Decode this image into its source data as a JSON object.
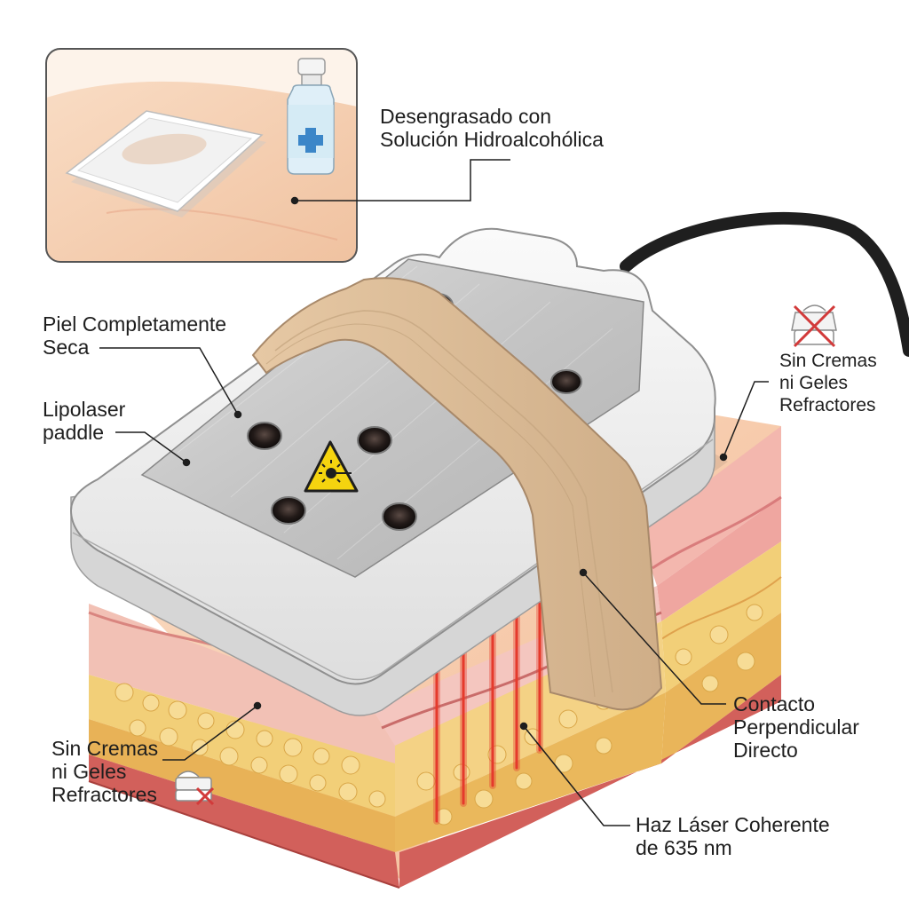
{
  "labels": {
    "degrease": {
      "line1": "Desengrasado con",
      "line2": "Solución Hidroalcohólica"
    },
    "dry_skin": {
      "line1": "Piel Completamente",
      "line2": "Seca"
    },
    "paddle": {
      "line1": "Lipolaser",
      "line2": "paddle"
    },
    "no_creams_right": {
      "line1": "Sin Cremas",
      "line2": "ni Geles",
      "line3": "Refractores"
    },
    "no_creams_left": {
      "line1": "Sin Cremas",
      "line2": "ni Geles",
      "line3": "Refractores"
    },
    "contact": {
      "line1": "Contacto",
      "line2": "Perpendicular",
      "line3": "Directo"
    },
    "laser_beam": {
      "line1": "Haz Láser Coherente",
      "line2": "de 635 nm"
    }
  },
  "icons": {
    "bottle": "antiseptic-bottle-icon",
    "gauze": "gauze-pad-icon",
    "warning": "laser-warning-icon",
    "no_cream": "no-cream-icon"
  },
  "colors": {
    "skin_surface": "#f6c9a6",
    "dermis": "#f2b7b0",
    "fat": "#f2cf78",
    "muscle": "#d2605b",
    "laser": "#e53a2c",
    "strap": "#dcbd99",
    "paddle_shell": "#eeeeee",
    "paddle_plate": "#c9c9c9",
    "warning_yellow": "#f5d40f",
    "cross_red": "#d23a3a"
  }
}
